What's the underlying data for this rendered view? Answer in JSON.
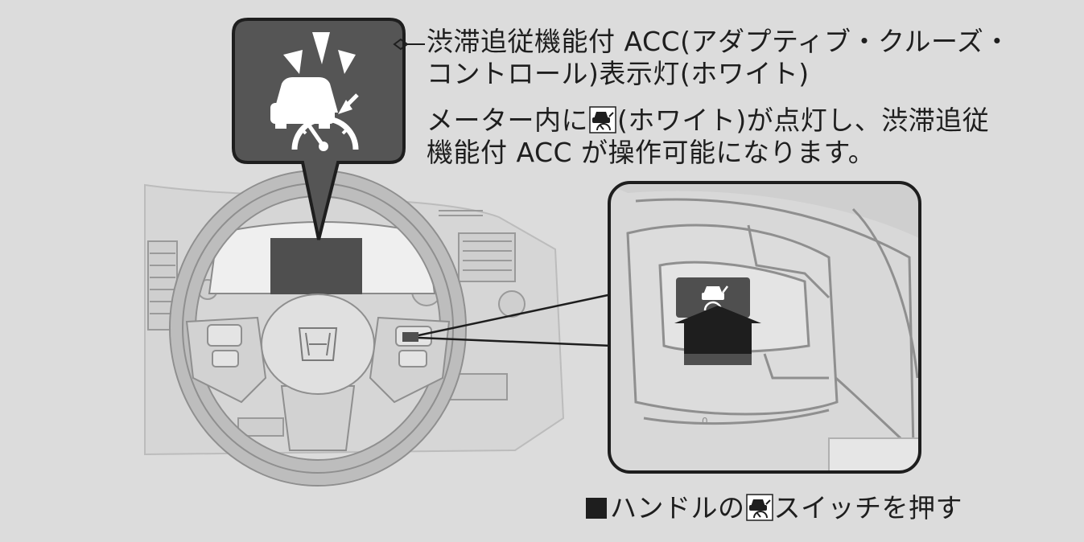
{
  "callout": {
    "title_line1": "渋滞追従機能付 ACC(アダプティブ・クルーズ・",
    "title_line2": "コントロール)表示灯(ホワイト)",
    "desc_line1_pre": "メーター内に",
    "desc_line1_post": "(ホワイト)が点灯し、渋滞追従",
    "desc_line2": "機能付 ACC が操作可能になります。"
  },
  "switch_caption": {
    "pre": "ハンドルの",
    "post": "スイッチを押す"
  },
  "icons": {
    "indicator": "traffic-jam-acc-indicator-icon",
    "inline": "acc-switch-icon",
    "emblem": "honda-h-emblem",
    "press": "press-arrow-icon"
  },
  "colors": {
    "background": "#dcdcdc",
    "callout_box": "#555555",
    "indicator_white": "#ffffff",
    "outline": "#1e1e1e"
  }
}
